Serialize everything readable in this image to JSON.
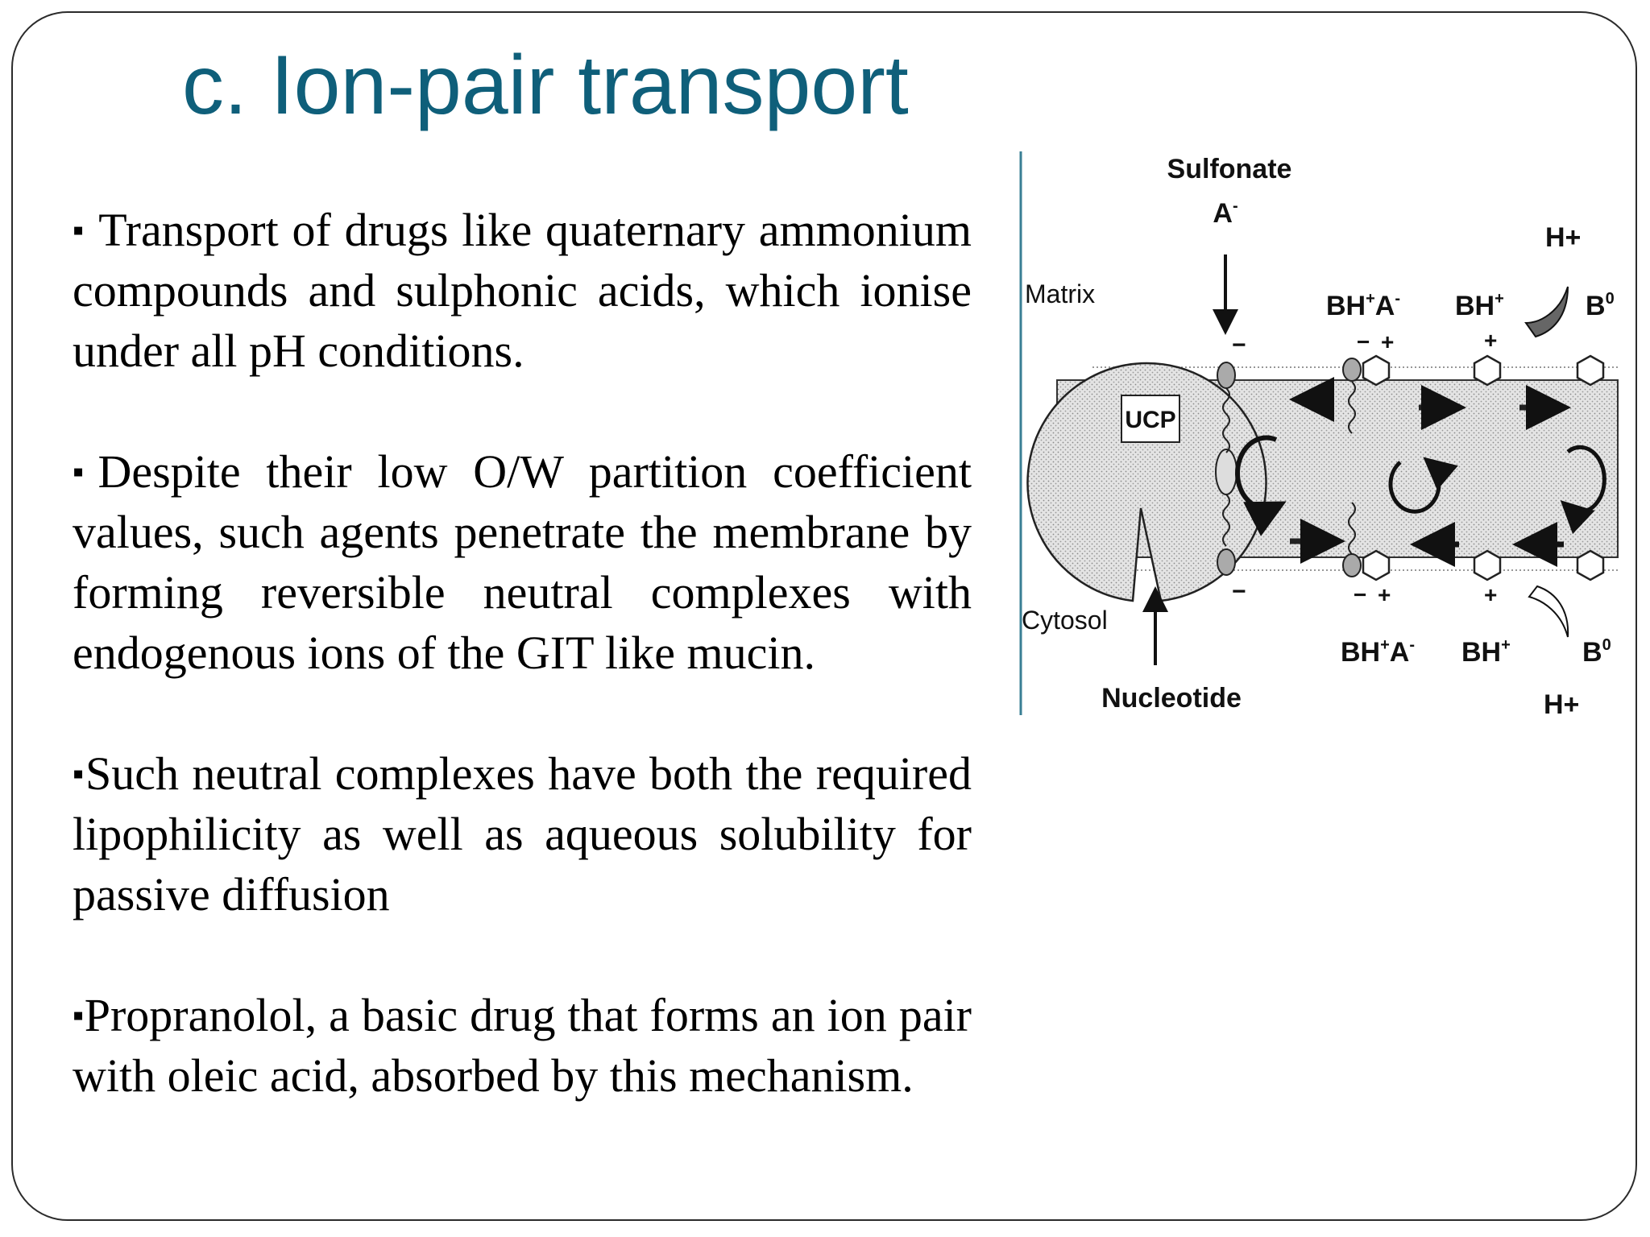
{
  "slide": {
    "title": "c. Ion-pair transport",
    "bullets": [
      {
        "marker": "▪",
        "text": "Transport of drugs like quaternary ammonium compounds and sulphonic acids, which ionise under all pH conditions."
      },
      {
        "marker": "▪",
        "text": "Despite their low O/W partition coefficient values, such agents penetrate the membrane by forming reversible neutral complexes with endogenous ions of the GIT like mucin."
      },
      {
        "marker": "▪",
        "text": "Such neutral complexes have both the required lipophilicity as well as aqueous solubility for passive diffusion"
      },
      {
        "marker": "▪",
        "text": "Propranolol, a basic drug that forms an ion pair with oleic acid, absorbed by this mechanism."
      }
    ]
  },
  "diagram": {
    "sulfonate": "Sulfonate",
    "anion": "A",
    "anion_sup": "-",
    "matrix": "Matrix",
    "cytosol": "Cytosol",
    "ucp": "UCP",
    "nucleotide": "Nucleotide",
    "top_ion_pair": "BH",
    "top_ion_pair_sup": "+",
    "top_ion_pair_a": "A",
    "top_ion_pair_a_sup": "-",
    "top_bh": "BH",
    "top_bh_sup": "+",
    "top_b": "B",
    "top_b_sup": "0",
    "top_h": "H+",
    "bottom_ion_pair": "BH",
    "bottom_ion_pair_sup": "+",
    "bottom_ion_pair_a": "A",
    "bottom_ion_pair_a_sup": "-",
    "bottom_bh": "BH",
    "bottom_bh_sup": "+",
    "bottom_b": "B",
    "bottom_b_sup": "0",
    "bottom_h": "H+",
    "minus": "−",
    "plus": "+"
  }
}
